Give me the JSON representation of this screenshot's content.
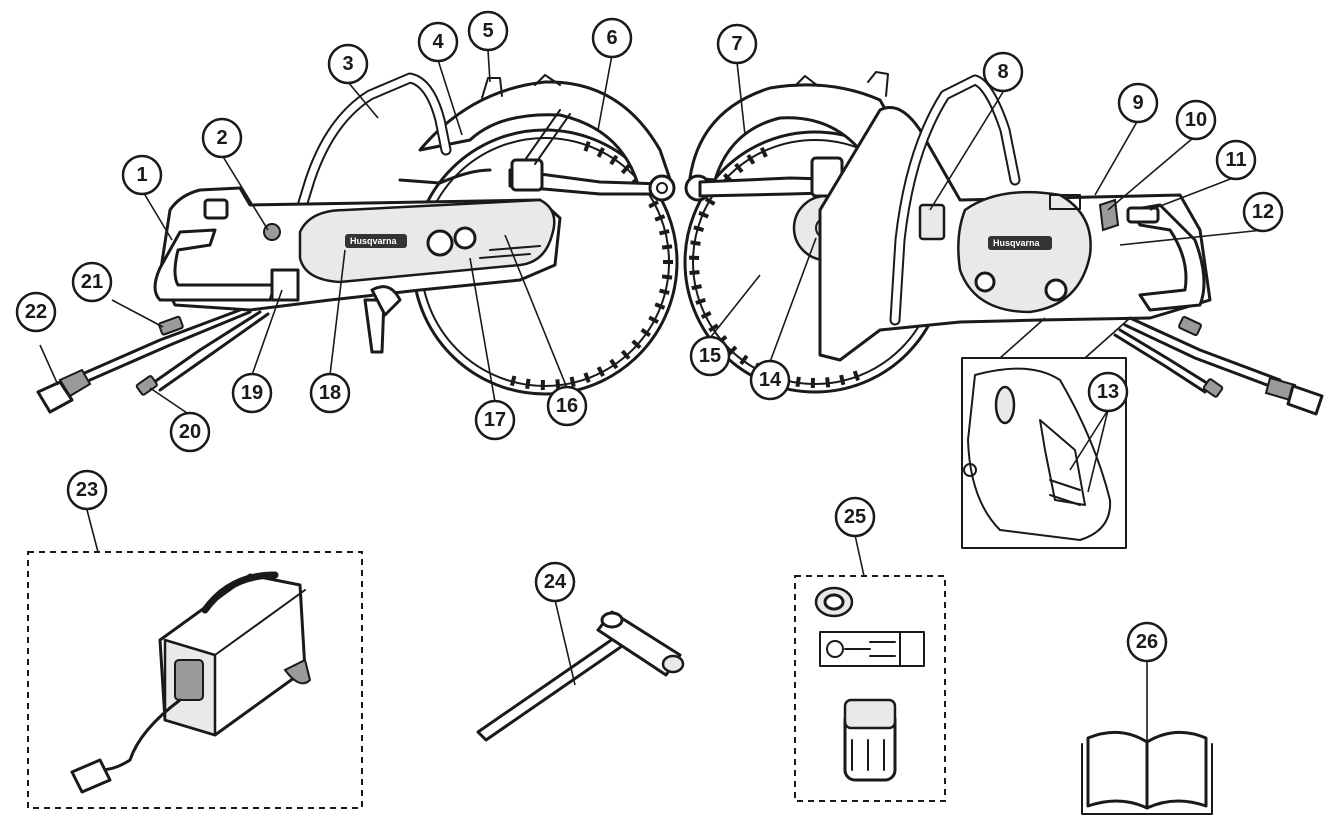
{
  "callouts": [
    {
      "id": 1,
      "label": "1"
    },
    {
      "id": 2,
      "label": "2"
    },
    {
      "id": 3,
      "label": "3"
    },
    {
      "id": 4,
      "label": "4"
    },
    {
      "id": 5,
      "label": "5"
    },
    {
      "id": 6,
      "label": "6"
    },
    {
      "id": 7,
      "label": "7"
    },
    {
      "id": 8,
      "label": "8"
    },
    {
      "id": 9,
      "label": "9"
    },
    {
      "id": 10,
      "label": "10"
    },
    {
      "id": 11,
      "label": "11"
    },
    {
      "id": 12,
      "label": "12"
    },
    {
      "id": 13,
      "label": "13"
    },
    {
      "id": 14,
      "label": "14"
    },
    {
      "id": 15,
      "label": "15"
    },
    {
      "id": 16,
      "label": "16"
    },
    {
      "id": 17,
      "label": "17"
    },
    {
      "id": 18,
      "label": "18"
    },
    {
      "id": 19,
      "label": "19"
    },
    {
      "id": 20,
      "label": "20"
    },
    {
      "id": 21,
      "label": "21"
    },
    {
      "id": 22,
      "label": "22"
    },
    {
      "id": 23,
      "label": "23"
    },
    {
      "id": 24,
      "label": "24"
    },
    {
      "id": 25,
      "label": "25"
    },
    {
      "id": 26,
      "label": "26"
    }
  ],
  "logo": {
    "brand": "Husqvarna"
  },
  "illustrations": [
    "power-cutter-left-side",
    "power-cutter-right-side",
    "handle-detail-inset",
    "power-unit-box",
    "combination-wrench",
    "accessory-kit",
    "operator-manual"
  ]
}
